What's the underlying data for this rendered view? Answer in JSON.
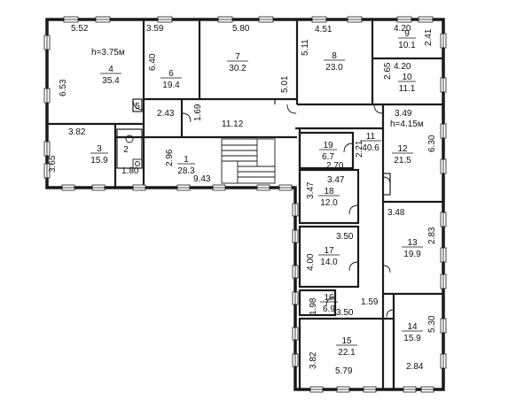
{
  "rooms": [
    {
      "id": "1",
      "number": "1",
      "area": "28.3"
    },
    {
      "id": "2",
      "number": "2",
      "area": ""
    },
    {
      "id": "3",
      "number": "3",
      "area": "15.9"
    },
    {
      "id": "4",
      "number": "4",
      "area": "35.4"
    },
    {
      "id": "5",
      "number": "5",
      "area": ""
    },
    {
      "id": "6",
      "number": "6",
      "area": "19.4"
    },
    {
      "id": "7",
      "number": "7",
      "area": "30.2"
    },
    {
      "id": "8",
      "number": "8",
      "area": "23.0"
    },
    {
      "id": "9",
      "number": "9",
      "area": "10.1"
    },
    {
      "id": "10",
      "number": "10",
      "area": "11.1"
    },
    {
      "id": "11",
      "number": "11",
      "area": "40.6"
    },
    {
      "id": "12",
      "number": "12",
      "area": "21.5"
    },
    {
      "id": "13",
      "number": "13",
      "area": "19.9"
    },
    {
      "id": "14",
      "number": "14",
      "area": "15.9"
    },
    {
      "id": "15",
      "number": "15",
      "area": "22.1"
    },
    {
      "id": "16",
      "number": "16",
      "area": "6.9"
    },
    {
      "id": "17",
      "number": "17",
      "area": "14.0"
    },
    {
      "id": "18",
      "number": "18",
      "area": "12.0"
    },
    {
      "id": "19",
      "number": "19",
      "area": "6.7"
    }
  ],
  "heights": {
    "left_wing": "h=3.75м",
    "right_wing": "h=4.15м"
  },
  "dimensions": {
    "d_5_52": "5.52",
    "d_3_59": "3.59",
    "d_5_80": "5.80",
    "d_5_11": "5.11",
    "d_4_51": "4.51",
    "d_4_20_a": "4.20",
    "d_2_41": "2.41",
    "d_4_20_b": "4.20",
    "d_2_65": "2.65",
    "d_6_53": "6.53",
    "d_6_40": "6.40",
    "d_5_01": "5.01",
    "d_2_43": "2.43",
    "d_1_69": "1.69",
    "d_11_12": "11.12",
    "d_3_49": "3.49",
    "d_3_82_a": "3.82",
    "d_2_96": "2.96",
    "d_2_21": "2.21",
    "d_2_70": "2.70",
    "d_6_30": "6.30",
    "d_3_65": "3.65",
    "d_1_80": "1.80",
    "d_9_43": "9.43",
    "d_3_47_a": "3.47",
    "d_3_47_b": "3.47",
    "d_3_48": "3.48",
    "d_2_83": "2.83",
    "d_3_50_a": "3.50",
    "d_4_00": "4.00",
    "d_1_98": "1.98",
    "d_1_59": "1.59",
    "d_3_50_b": "3.50",
    "d_5_30": "5.30",
    "d_3_82_b": "3.82",
    "d_5_79": "5.79",
    "d_2_84": "2.84"
  }
}
